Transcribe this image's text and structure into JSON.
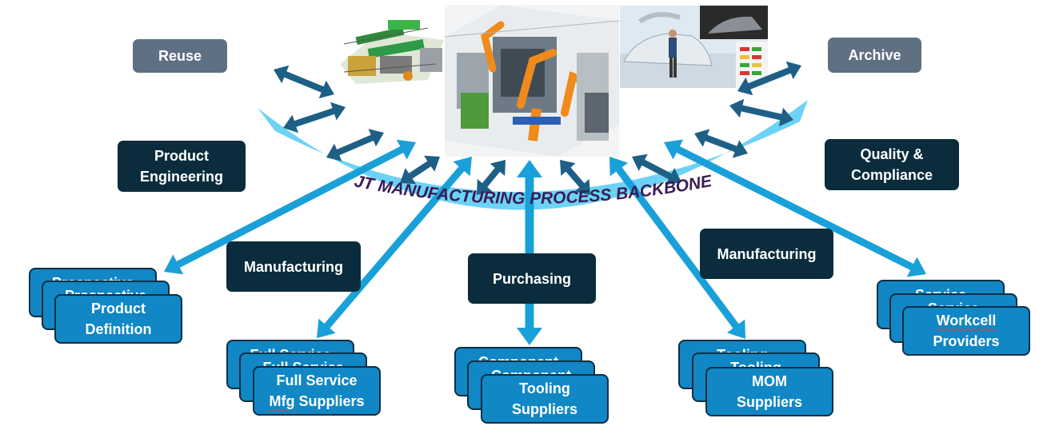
{
  "backbone_label": "JT MANUFACTURING PROCESS BACKBONE",
  "top_left_buttons": {
    "reuse": "Reuse",
    "product_engineering": "Product Engineering"
  },
  "top_right_buttons": {
    "archive": "Archive",
    "quality_compliance": "Quality & Compliance"
  },
  "departments": {
    "manufacturing_left": "Manufacturing",
    "purchasing": "Purchasing",
    "manufacturing_right": "Manufacturing"
  },
  "stacks": {
    "product_definition": {
      "back": "Prospective",
      "front": "Product Definition"
    },
    "full_service": {
      "back": "Full Service",
      "front_line1": "Full Service",
      "front_line2_word1": "Mfg",
      "front_line2_word2": " Suppliers"
    },
    "tooling_suppliers": {
      "back": "Component",
      "front": "Tooling Suppliers"
    },
    "mom_suppliers": {
      "back": "Tooling",
      "front": "MOM Suppliers"
    },
    "workcell_providers": {
      "back": "Service",
      "front_word1": "Workcell",
      "front_word2": "Providers"
    }
  },
  "colors": {
    "backbone_fill": "#6cd3f6",
    "arrow_dark": "#1e5f86",
    "arrow_light": "#1aa0d8",
    "card_fill": "#1187c5",
    "dark_box": "#0a2c3c",
    "gray_box": "#5e7082",
    "label_text": "#3a1c55"
  },
  "images": [
    "factory-plant-3d-image",
    "robotic-workcell-3d-image",
    "car-assembly-ergonomics-image"
  ]
}
